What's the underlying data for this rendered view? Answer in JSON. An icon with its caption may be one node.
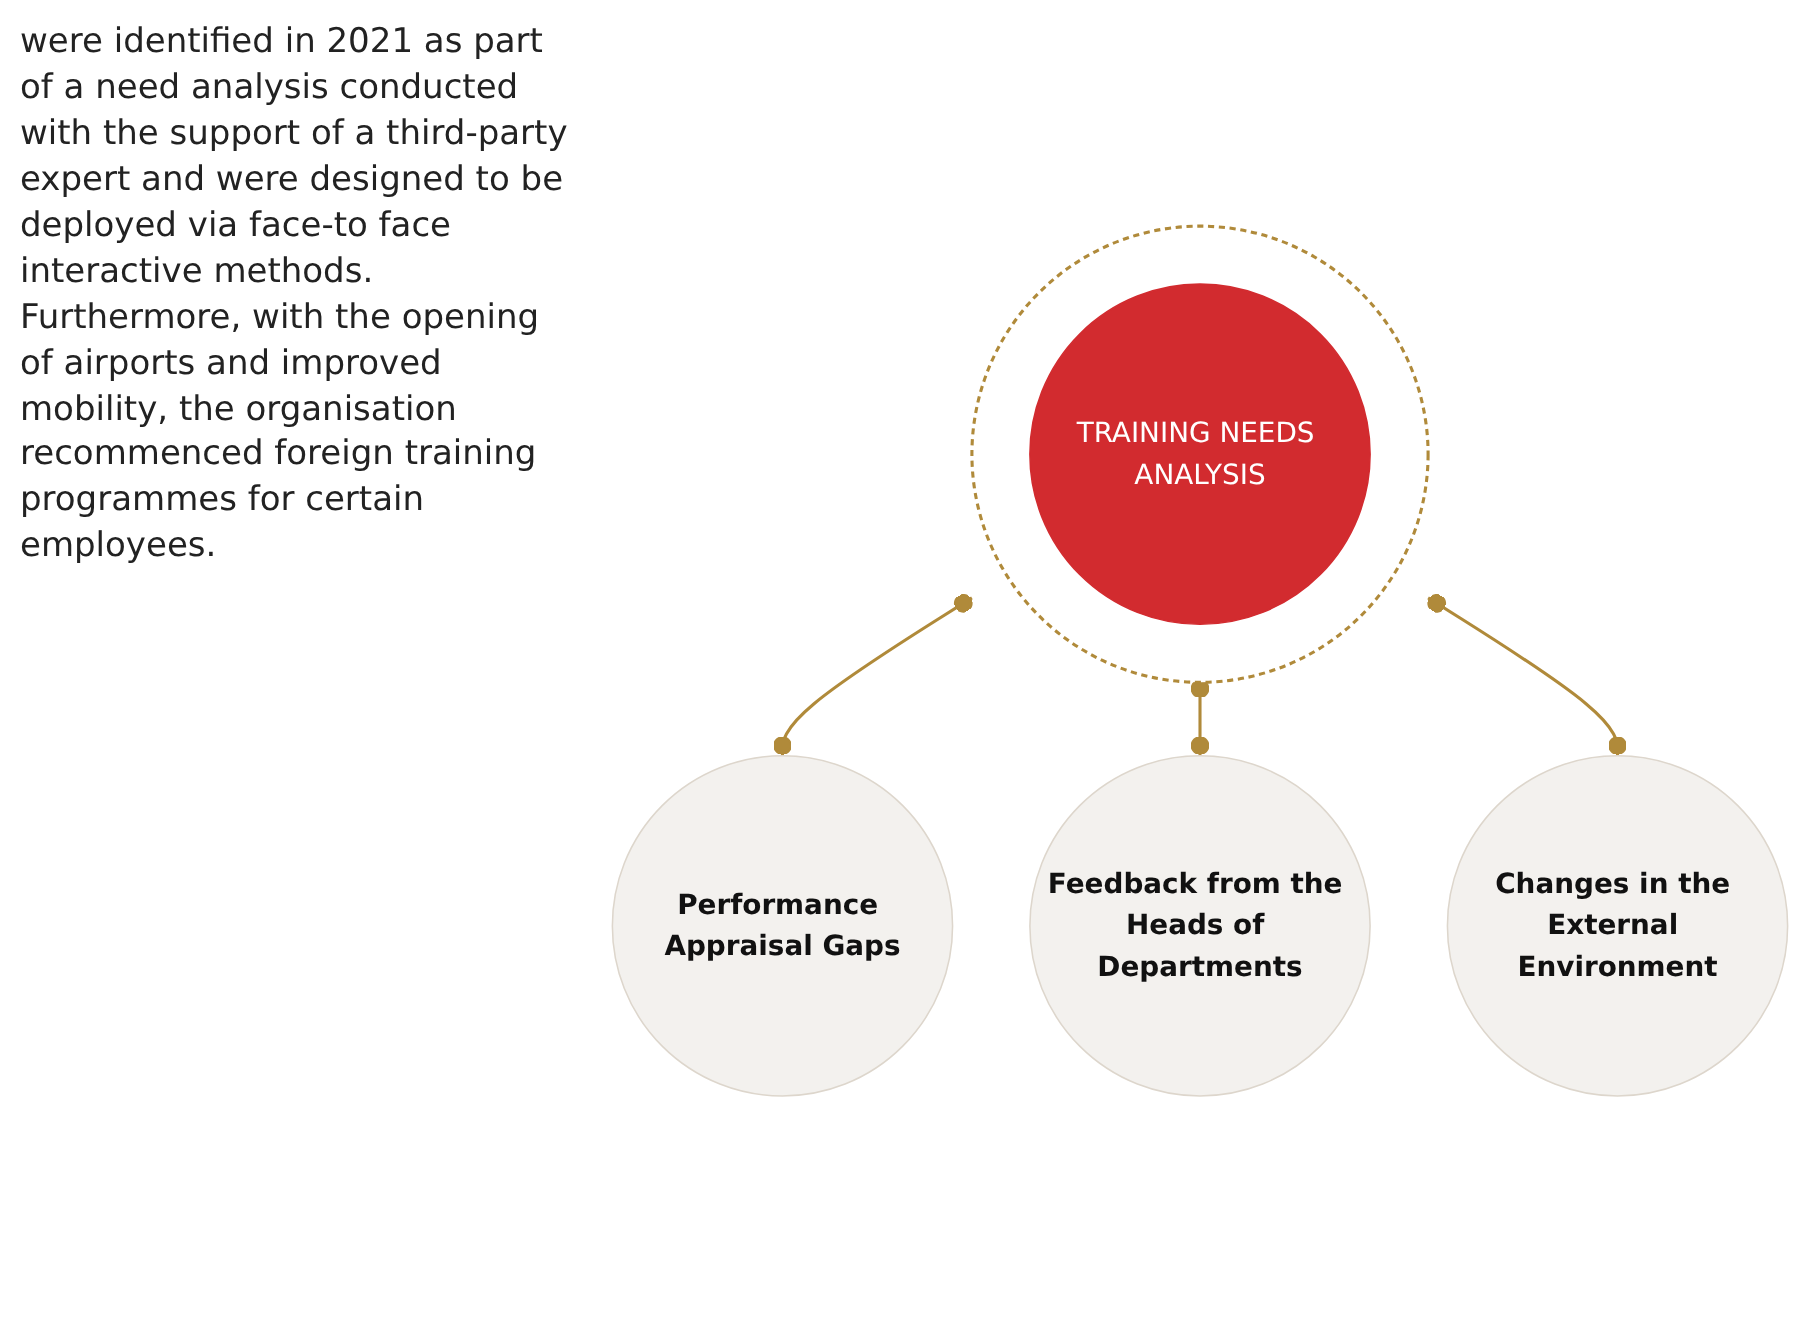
{
  "diagram": {
    "nodes": [
      {
        "text": [
          "Performance Appraisal Gaps"
        ]
      },
      {
        "text": [
          "Feedback from the Heads of Departments"
        ]
      },
      {
        "text": [],
        "shape": "circle"
      },
      {
        "text": [
          "TRAINING NEEDS ANALYSIS"
        ],
        "in": 2
      },
      {
        "text": [
          "Changes in the External Environment"
        ]
      }
    ],
    "edges": [
      {
        "from": 2,
        "to": 0,
        "arrow": "other"
      },
      {
        "from": 2,
        "to": 1,
        "arrow": "other"
      },
      {
        "from": 2,
        "to": 4,
        "arrow": "other"
      }
    ],
    "labels": [
      "were identified in 2021 as part of a need analysis conducted with the support of a third-party expert and were designed to be deployed via face-to face interactive methods. Furthermore, with the opening of airports and improved mobility, the organisation recommenced foreign training programmes for certain employees."
    ]
  }
}
